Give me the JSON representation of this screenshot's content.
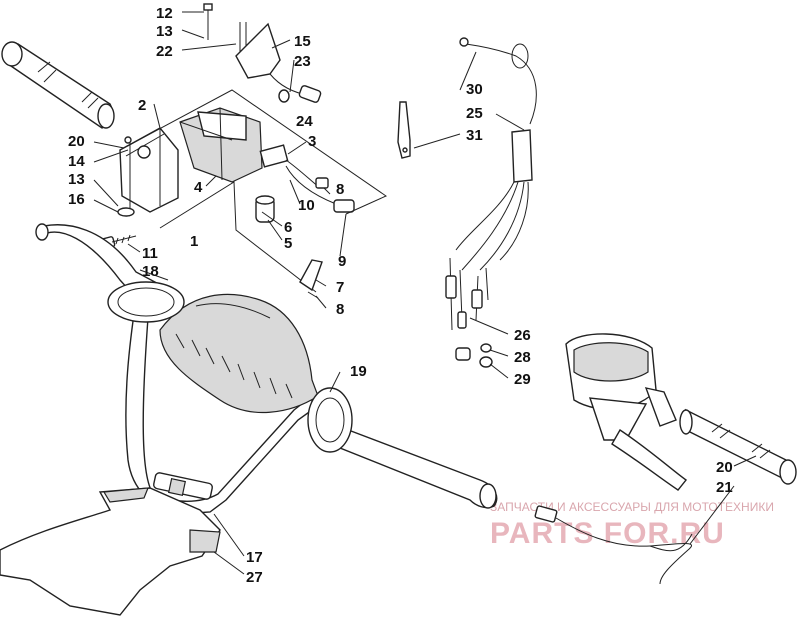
{
  "diagram": {
    "labels": {
      "l1": "1",
      "l2": "2",
      "l3": "3",
      "l4": "4",
      "l5": "5",
      "l6": "6",
      "l7": "7",
      "l8a": "8",
      "l8b": "8",
      "l9": "9",
      "l10": "10",
      "l11": "11",
      "l12": "12",
      "l13a": "13",
      "l13b": "13",
      "l14": "14",
      "l15": "15",
      "l16": "16",
      "l17": "17",
      "l18": "18",
      "l19": "19",
      "l20a": "20",
      "l20b": "20",
      "l21": "21",
      "l22": "22",
      "l23": "23",
      "l24": "24",
      "l25": "25",
      "l26": "26",
      "l27": "27",
      "l28": "28",
      "l29": "29",
      "l30": "30",
      "l31": "31"
    }
  },
  "watermark": {
    "line1": "ЗАПЧАСТИ И АКСЕССУАРЫ ДЛЯ МОТОТЕХНИКИ",
    "line2": "PARTS FOR.RU"
  }
}
